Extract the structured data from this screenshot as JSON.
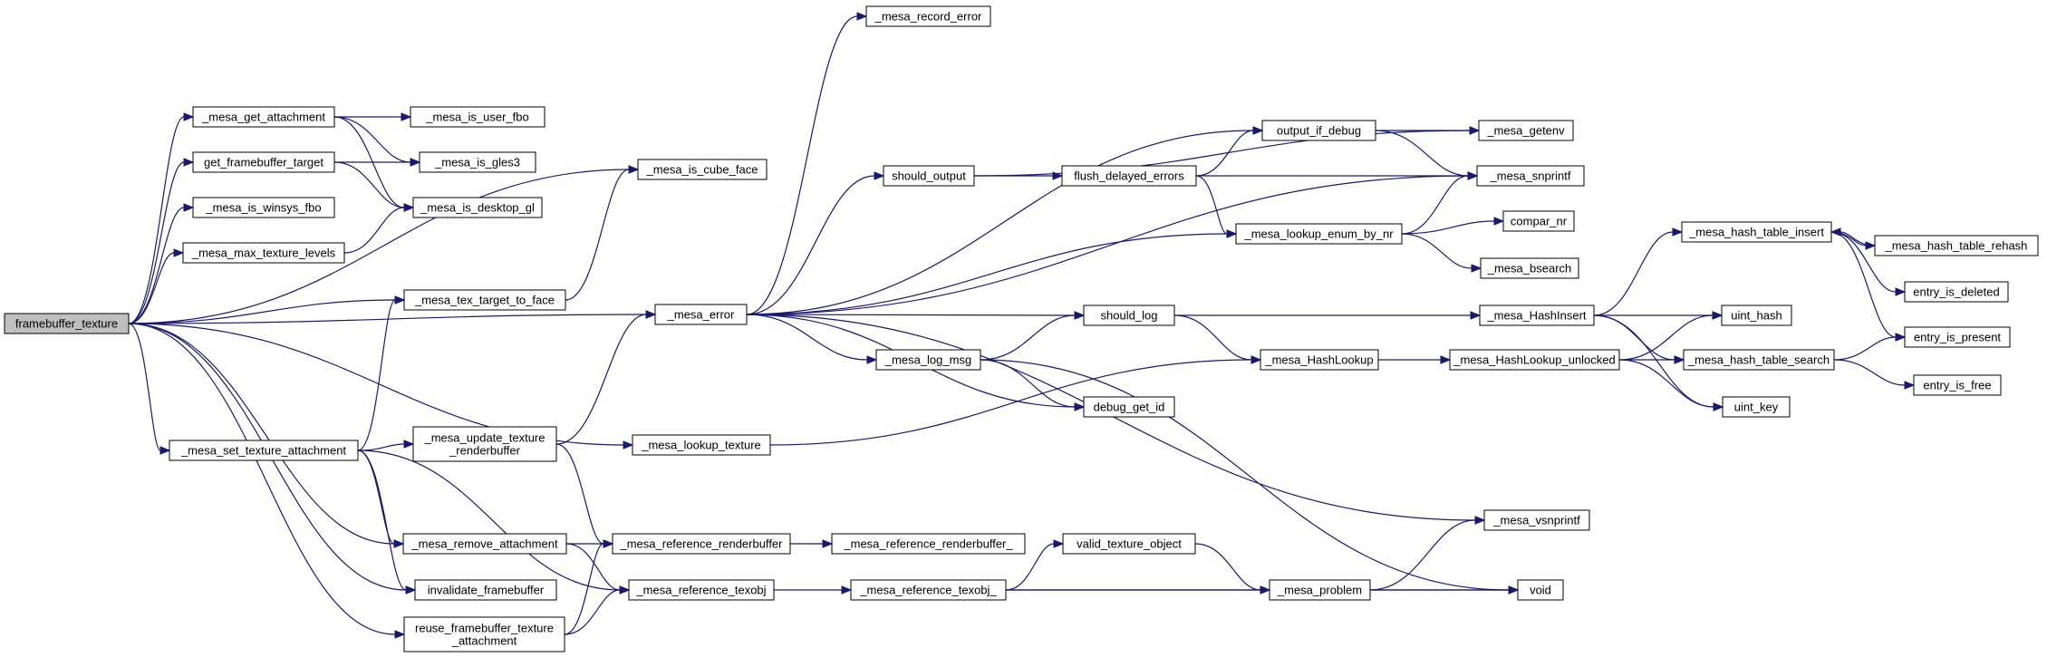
{
  "graph": {
    "colors": {
      "edge": "#191970",
      "root_fill": "#bfbfbf",
      "node_fill": "#ffffff",
      "border": "#000000"
    },
    "nodes": [
      {
        "id": "framebuffer_texture",
        "lines": [
          "framebuffer_texture"
        ],
        "root": true
      },
      {
        "id": "_mesa_get_attachment",
        "lines": [
          "_mesa_get_attachment"
        ]
      },
      {
        "id": "get_framebuffer_target",
        "lines": [
          "get_framebuffer_target"
        ]
      },
      {
        "id": "_mesa_is_winsys_fbo",
        "lines": [
          "_mesa_is_winsys_fbo"
        ]
      },
      {
        "id": "_mesa_max_texture_levels",
        "lines": [
          "_mesa_max_texture_levels"
        ]
      },
      {
        "id": "_mesa_set_texture_attachment",
        "lines": [
          "_mesa_set_texture_attachment"
        ]
      },
      {
        "id": "_mesa_is_user_fbo",
        "lines": [
          "_mesa_is_user_fbo"
        ]
      },
      {
        "id": "_mesa_is_gles3",
        "lines": [
          "_mesa_is_gles3"
        ]
      },
      {
        "id": "_mesa_is_desktop_gl",
        "lines": [
          "_mesa_is_desktop_gl"
        ]
      },
      {
        "id": "_mesa_tex_target_to_face",
        "lines": [
          "_mesa_tex_target_to_face"
        ]
      },
      {
        "id": "_mesa_update_texture_renderbuffer",
        "lines": [
          "_mesa_update_texture",
          "_renderbuffer"
        ]
      },
      {
        "id": "_mesa_remove_attachment",
        "lines": [
          "_mesa_remove_attachment"
        ]
      },
      {
        "id": "invalidate_framebuffer",
        "lines": [
          "invalidate_framebuffer"
        ]
      },
      {
        "id": "reuse_framebuffer_texture_attachment",
        "lines": [
          "reuse_framebuffer_texture",
          "_attachment"
        ]
      },
      {
        "id": "_mesa_is_cube_face",
        "lines": [
          "_mesa_is_cube_face"
        ]
      },
      {
        "id": "_mesa_error",
        "lines": [
          "_mesa_error"
        ]
      },
      {
        "id": "_mesa_lookup_texture",
        "lines": [
          "_mesa_lookup_texture"
        ]
      },
      {
        "id": "_mesa_reference_renderbuffer",
        "lines": [
          "_mesa_reference_renderbuffer"
        ]
      },
      {
        "id": "_mesa_reference_texobj",
        "lines": [
          "_mesa_reference_texobj"
        ]
      },
      {
        "id": "_mesa_record_error",
        "lines": [
          "_mesa_record_error"
        ]
      },
      {
        "id": "should_output",
        "lines": [
          "should_output"
        ]
      },
      {
        "id": "_mesa_log_msg",
        "lines": [
          "_mesa_log_msg"
        ]
      },
      {
        "id": "_mesa_reference_renderbuffer_",
        "lines": [
          "_mesa_reference_renderbuffer_"
        ]
      },
      {
        "id": "_mesa_reference_texobj_",
        "lines": [
          "_mesa_reference_texobj_"
        ]
      },
      {
        "id": "flush_delayed_errors",
        "lines": [
          "flush_delayed_errors"
        ]
      },
      {
        "id": "should_log",
        "lines": [
          "should_log"
        ]
      },
      {
        "id": "debug_get_id",
        "lines": [
          "debug_get_id"
        ]
      },
      {
        "id": "valid_texture_object",
        "lines": [
          "valid_texture_object"
        ]
      },
      {
        "id": "output_if_debug",
        "lines": [
          "output_if_debug"
        ]
      },
      {
        "id": "_mesa_lookup_enum_by_nr",
        "lines": [
          "_mesa_lookup_enum_by_nr"
        ]
      },
      {
        "id": "_mesa_HashLookup",
        "lines": [
          "_mesa_HashLookup"
        ]
      },
      {
        "id": "_mesa_problem",
        "lines": [
          "_mesa_problem"
        ]
      },
      {
        "id": "_mesa_getenv",
        "lines": [
          "_mesa_getenv"
        ]
      },
      {
        "id": "_mesa_snprintf",
        "lines": [
          "_mesa_snprintf"
        ]
      },
      {
        "id": "compar_nr",
        "lines": [
          "compar_nr"
        ]
      },
      {
        "id": "_mesa_bsearch",
        "lines": [
          "_mesa_bsearch"
        ]
      },
      {
        "id": "_mesa_HashInsert",
        "lines": [
          "_mesa_HashInsert"
        ]
      },
      {
        "id": "_mesa_HashLookup_unlocked",
        "lines": [
          "_mesa_HashLookup_unlocked"
        ]
      },
      {
        "id": "_mesa_vsnprintf",
        "lines": [
          "_mesa_vsnprintf"
        ]
      },
      {
        "id": "void",
        "lines": [
          "void"
        ]
      },
      {
        "id": "_mesa_hash_table_insert",
        "lines": [
          "_mesa_hash_table_insert"
        ]
      },
      {
        "id": "uint_hash",
        "lines": [
          "uint_hash"
        ]
      },
      {
        "id": "_mesa_hash_table_search",
        "lines": [
          "_mesa_hash_table_search"
        ]
      },
      {
        "id": "uint_key",
        "lines": [
          "uint_key"
        ]
      },
      {
        "id": "_mesa_hash_table_rehash",
        "lines": [
          "_mesa_hash_table_rehash"
        ]
      },
      {
        "id": "entry_is_deleted",
        "lines": [
          "entry_is_deleted"
        ]
      },
      {
        "id": "entry_is_present",
        "lines": [
          "entry_is_present"
        ]
      },
      {
        "id": "entry_is_free",
        "lines": [
          "entry_is_free"
        ]
      }
    ],
    "edges": [
      [
        "framebuffer_texture",
        "_mesa_get_attachment"
      ],
      [
        "framebuffer_texture",
        "get_framebuffer_target"
      ],
      [
        "framebuffer_texture",
        "_mesa_is_winsys_fbo"
      ],
      [
        "framebuffer_texture",
        "_mesa_max_texture_levels"
      ],
      [
        "framebuffer_texture",
        "_mesa_is_cube_face"
      ],
      [
        "framebuffer_texture",
        "_mesa_tex_target_to_face"
      ],
      [
        "framebuffer_texture",
        "_mesa_error"
      ],
      [
        "framebuffer_texture",
        "_mesa_set_texture_attachment"
      ],
      [
        "framebuffer_texture",
        "_mesa_lookup_texture"
      ],
      [
        "framebuffer_texture",
        "_mesa_remove_attachment"
      ],
      [
        "framebuffer_texture",
        "invalidate_framebuffer"
      ],
      [
        "framebuffer_texture",
        "reuse_framebuffer_texture_attachment"
      ],
      [
        "_mesa_get_attachment",
        "_mesa_is_user_fbo"
      ],
      [
        "_mesa_get_attachment",
        "_mesa_is_gles3"
      ],
      [
        "_mesa_get_attachment",
        "_mesa_is_desktop_gl"
      ],
      [
        "get_framebuffer_target",
        "_mesa_is_gles3"
      ],
      [
        "get_framebuffer_target",
        "_mesa_is_desktop_gl"
      ],
      [
        "_mesa_max_texture_levels",
        "_mesa_is_desktop_gl"
      ],
      [
        "_mesa_set_texture_attachment",
        "_mesa_tex_target_to_face"
      ],
      [
        "_mesa_set_texture_attachment",
        "_mesa_update_texture_renderbuffer"
      ],
      [
        "_mesa_set_texture_attachment",
        "_mesa_remove_attachment"
      ],
      [
        "_mesa_set_texture_attachment",
        "invalidate_framebuffer"
      ],
      [
        "_mesa_set_texture_attachment",
        "_mesa_reference_texobj"
      ],
      [
        "_mesa_tex_target_to_face",
        "_mesa_is_cube_face"
      ],
      [
        "_mesa_update_texture_renderbuffer",
        "_mesa_error"
      ],
      [
        "_mesa_update_texture_renderbuffer",
        "_mesa_reference_renderbuffer"
      ],
      [
        "_mesa_remove_attachment",
        "_mesa_reference_renderbuffer"
      ],
      [
        "_mesa_remove_attachment",
        "_mesa_reference_texobj"
      ],
      [
        "reuse_framebuffer_texture_attachment",
        "_mesa_reference_renderbuffer"
      ],
      [
        "reuse_framebuffer_texture_attachment",
        "_mesa_reference_texobj"
      ],
      [
        "_mesa_error",
        "_mesa_record_error"
      ],
      [
        "_mesa_error",
        "should_output"
      ],
      [
        "_mesa_error",
        "output_if_debug"
      ],
      [
        "_mesa_error",
        "_mesa_snprintf"
      ],
      [
        "_mesa_error",
        "_mesa_lookup_enum_by_nr"
      ],
      [
        "_mesa_error",
        "should_log"
      ],
      [
        "_mesa_error",
        "_mesa_log_msg"
      ],
      [
        "_mesa_error",
        "debug_get_id"
      ],
      [
        "_mesa_error",
        "_mesa_vsnprintf"
      ],
      [
        "_mesa_lookup_texture",
        "_mesa_HashLookup"
      ],
      [
        "_mesa_reference_renderbuffer",
        "_mesa_reference_renderbuffer_"
      ],
      [
        "_mesa_reference_texobj",
        "_mesa_reference_texobj_"
      ],
      [
        "should_output",
        "flush_delayed_errors"
      ],
      [
        "should_output",
        "_mesa_getenv"
      ],
      [
        "_mesa_log_msg",
        "should_log"
      ],
      [
        "_mesa_log_msg",
        "debug_get_id"
      ],
      [
        "_mesa_log_msg",
        "void"
      ],
      [
        "_mesa_reference_texobj_",
        "valid_texture_object"
      ],
      [
        "_mesa_reference_texobj_",
        "_mesa_problem"
      ],
      [
        "_mesa_reference_texobj_",
        "void"
      ],
      [
        "flush_delayed_errors",
        "output_if_debug"
      ],
      [
        "flush_delayed_errors",
        "_mesa_snprintf"
      ],
      [
        "flush_delayed_errors",
        "_mesa_lookup_enum_by_nr"
      ],
      [
        "should_log",
        "_mesa_HashInsert"
      ],
      [
        "should_log",
        "_mesa_HashLookup"
      ],
      [
        "valid_texture_object",
        "_mesa_problem"
      ],
      [
        "output_if_debug",
        "_mesa_getenv"
      ],
      [
        "output_if_debug",
        "_mesa_snprintf"
      ],
      [
        "_mesa_lookup_enum_by_nr",
        "_mesa_snprintf"
      ],
      [
        "_mesa_lookup_enum_by_nr",
        "compar_nr"
      ],
      [
        "_mesa_lookup_enum_by_nr",
        "_mesa_bsearch"
      ],
      [
        "_mesa_HashLookup",
        "_mesa_HashLookup_unlocked"
      ],
      [
        "_mesa_problem",
        "_mesa_vsnprintf"
      ],
      [
        "_mesa_problem",
        "void"
      ],
      [
        "_mesa_HashInsert",
        "_mesa_hash_table_insert"
      ],
      [
        "_mesa_HashInsert",
        "uint_hash"
      ],
      [
        "_mesa_HashInsert",
        "_mesa_hash_table_search"
      ],
      [
        "_mesa_HashInsert",
        "uint_key"
      ],
      [
        "_mesa_HashLookup_unlocked",
        "uint_hash"
      ],
      [
        "_mesa_HashLookup_unlocked",
        "_mesa_hash_table_search"
      ],
      [
        "_mesa_HashLookup_unlocked",
        "uint_key"
      ],
      [
        "_mesa_hash_table_insert",
        "_mesa_hash_table_rehash"
      ],
      [
        "_mesa_hash_table_insert",
        "entry_is_deleted"
      ],
      [
        "_mesa_hash_table_insert",
        "entry_is_present"
      ],
      [
        "_mesa_hash_table_rehash",
        "_mesa_hash_table_insert"
      ],
      [
        "_mesa_hash_table_search",
        "entry_is_present"
      ],
      [
        "_mesa_hash_table_search",
        "entry_is_free"
      ]
    ]
  }
}
